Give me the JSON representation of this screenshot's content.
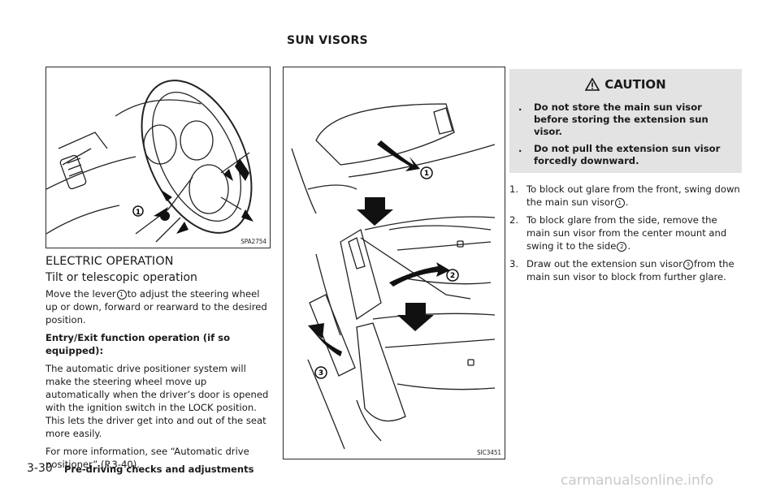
{
  "header": {
    "section_title": "SUN VISORS"
  },
  "figure_left": {
    "label": "SPA2754",
    "callout": "1"
  },
  "figure_middle": {
    "label": "SIC3451",
    "callouts": [
      "1",
      "2",
      "3"
    ]
  },
  "left_column": {
    "heading": "ELECTRIC OPERATION",
    "subheading": "Tilt or telescopic operation",
    "para1_before": "Move the lever",
    "para1_circle": "1",
    "para1_after": "to adjust the steering wheel up or down, forward or rearward to the desired position.",
    "bold_heading": "Entry/Exit function operation (if so equipped):",
    "para2": "The automatic drive positioner system will make the steering wheel move up automatically when the driver’s door is opened with the ignition switch in the LOCK position. This lets the driver get into and out of the seat more easily.",
    "para3": "For more information, see “Automatic drive positioner” (P.3-40)."
  },
  "caution": {
    "title": "CAUTION",
    "items": [
      "Do not store the main sun visor before storing the extension sun visor.",
      "Do not pull the extension sun visor forcedly downward."
    ],
    "bullet": "."
  },
  "steps": [
    {
      "num": "1.",
      "before": "To block out glare from the front, swing down the main sun visor",
      "circle": "1",
      "after": "."
    },
    {
      "num": "2.",
      "before": "To block glare from the side, remove the main sun visor from the center mount and swing it to the side",
      "circle": "2",
      "after": "."
    },
    {
      "num": "3.",
      "before": "Draw out the extension sun visor",
      "circle": "3",
      "after": "from the main sun visor to block from further glare."
    }
  ],
  "footer": {
    "page": "3-30",
    "chapter": "Pre-driving checks and adjustments"
  },
  "watermark": "carmanualsonline.info"
}
